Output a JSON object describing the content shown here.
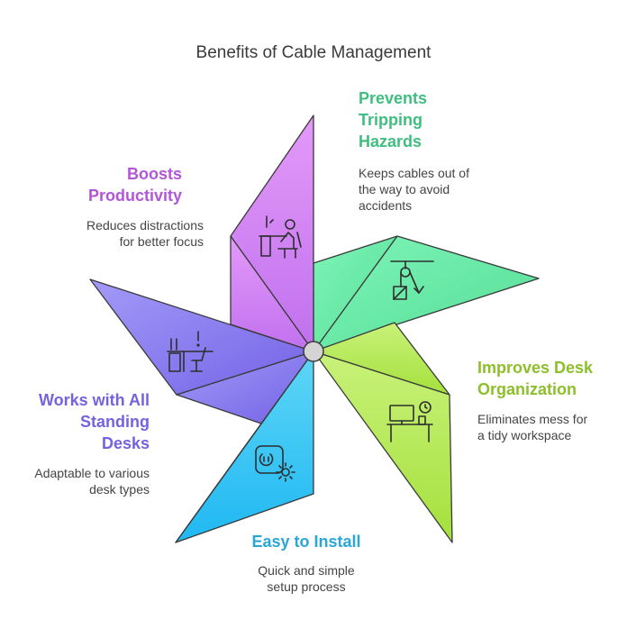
{
  "title": "Benefits of Cable Management",
  "items": [
    {
      "label": "Prevents\nTripping\nHazards",
      "description": "Keeps cables out of\nthe way to avoid\naccidents",
      "color": "#3fbf7f",
      "fill": "#6ee8a7",
      "icon": "pulley-weight-icon"
    },
    {
      "label": "Improves Desk\nOrganization",
      "description": "Eliminates mess for\na tidy workspace",
      "color": "#8cbf2a",
      "fill": "#b6e957",
      "icon": "desk-workspace-icon"
    },
    {
      "label": "Easy to Install",
      "description": "Quick and simple\nsetup process",
      "color": "#2aa7d6",
      "fill": "#42c8f4",
      "icon": "socket-gear-icon"
    },
    {
      "label": "Works with All\nStanding\nDesks",
      "description": "Adaptable to various\ndesk types",
      "color": "#7462e0",
      "fill": "#8a7cf0",
      "icon": "standing-desk-icon"
    },
    {
      "label": "Boosts\nProductivity",
      "description": "Reduces distractions\nfor better focus",
      "color": "#b256d8",
      "fill": "#cc7cf0",
      "icon": "person-at-desk-icon"
    }
  ]
}
